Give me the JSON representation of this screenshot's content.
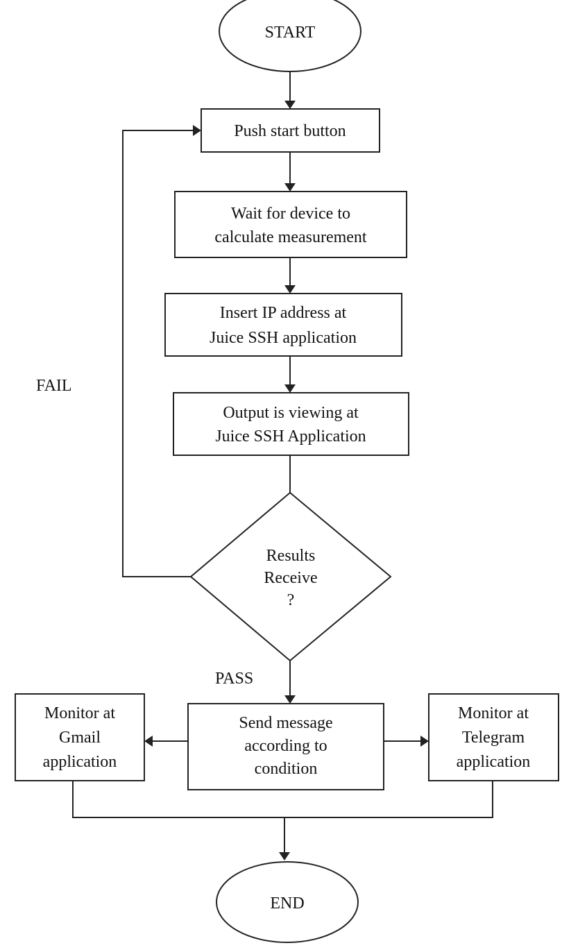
{
  "flowchart": {
    "start": "START",
    "push": "Push start button",
    "wait": [
      "Wait for device to",
      "calculate measurement"
    ],
    "insert": [
      "Insert IP address at",
      "Juice SSH application"
    ],
    "output": [
      "Output is viewing at",
      "Juice SSH Application"
    ],
    "decision": [
      "Results",
      "Receive",
      "?"
    ],
    "fail": "FAIL",
    "pass": "PASS",
    "send": [
      "Send message",
      "according to",
      "condition"
    ],
    "gmail": [
      "Monitor at",
      "Gmail",
      "application"
    ],
    "telegram": [
      "Monitor at",
      "Telegram",
      "application"
    ],
    "end": "END"
  }
}
